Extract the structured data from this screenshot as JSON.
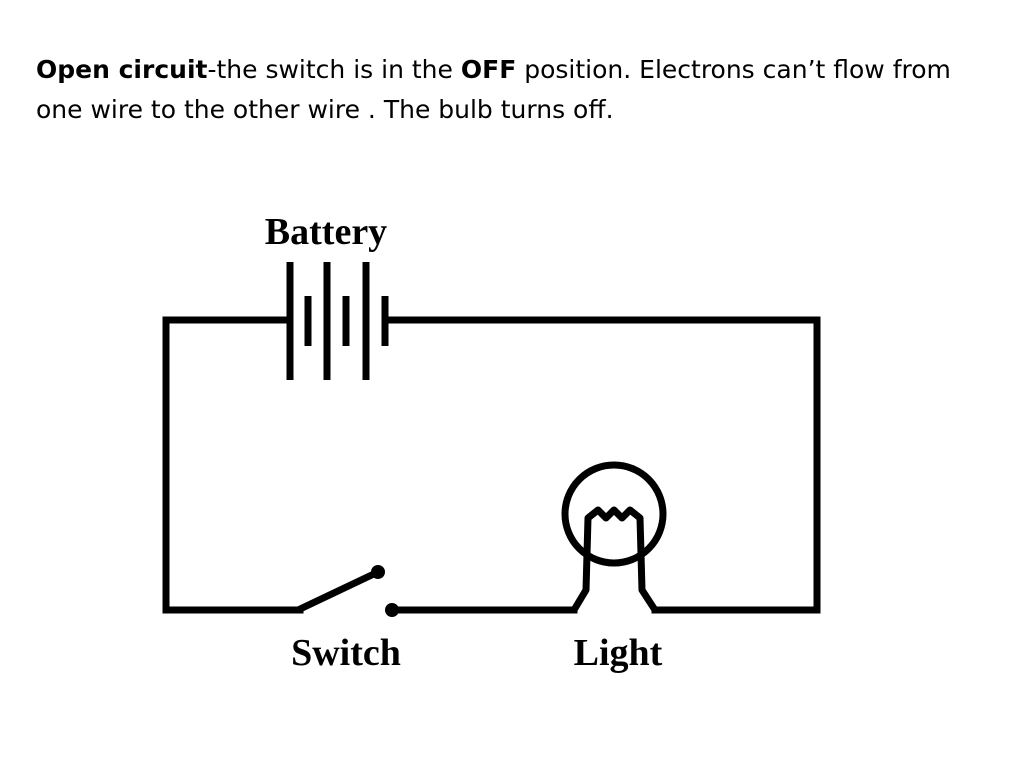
{
  "description": {
    "open_circuit": "Open circuit",
    "part1": "-the switch is in the ",
    "off": "OFF",
    "part2": " position. Electrons can’t flow from one wire to the other wire . The bulb turns off."
  },
  "diagram": {
    "battery_label": "Battery",
    "switch_label": "Switch",
    "light_label": "Light"
  }
}
